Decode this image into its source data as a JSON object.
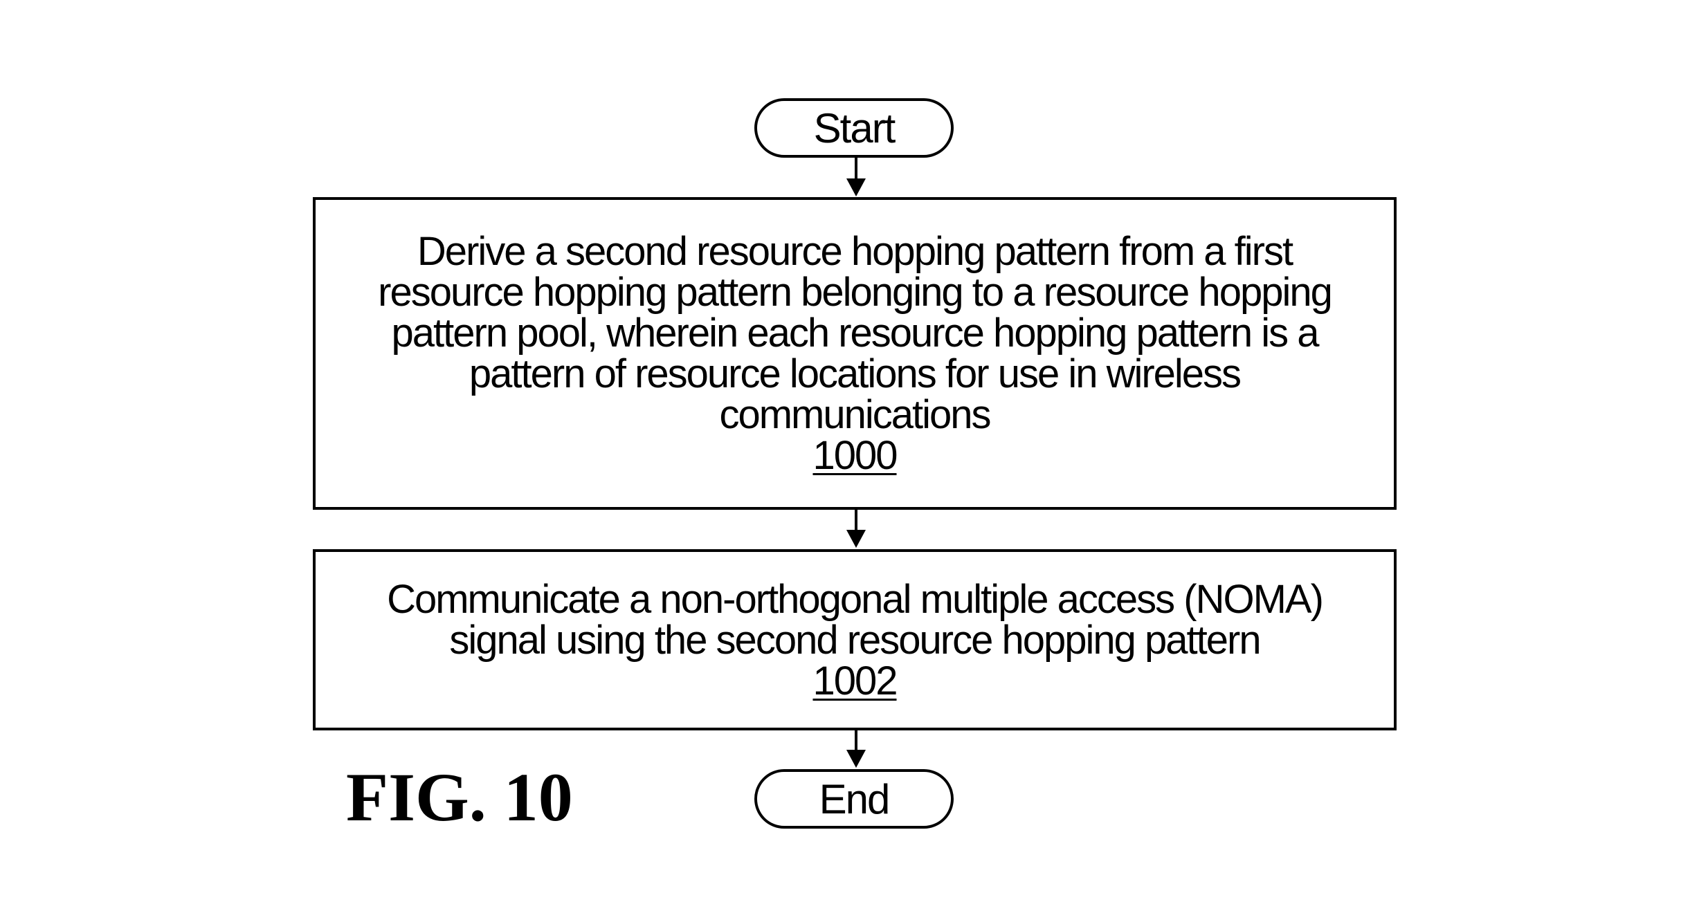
{
  "flowchart": {
    "start": {
      "label": "Start"
    },
    "steps": [
      {
        "text": "Derive a second resource hopping pattern from a first resource hopping pattern belonging to a resource hopping pattern pool, wherein each resource hopping pattern is a pattern of resource locations for use in wireless communications",
        "ref": "1000"
      },
      {
        "text": "Communicate a non-orthogonal multiple access (NOMA) signal using the second resource hopping pattern",
        "ref": "1002"
      }
    ],
    "end": {
      "label": "End"
    },
    "figure_label": "FIG. 10"
  }
}
